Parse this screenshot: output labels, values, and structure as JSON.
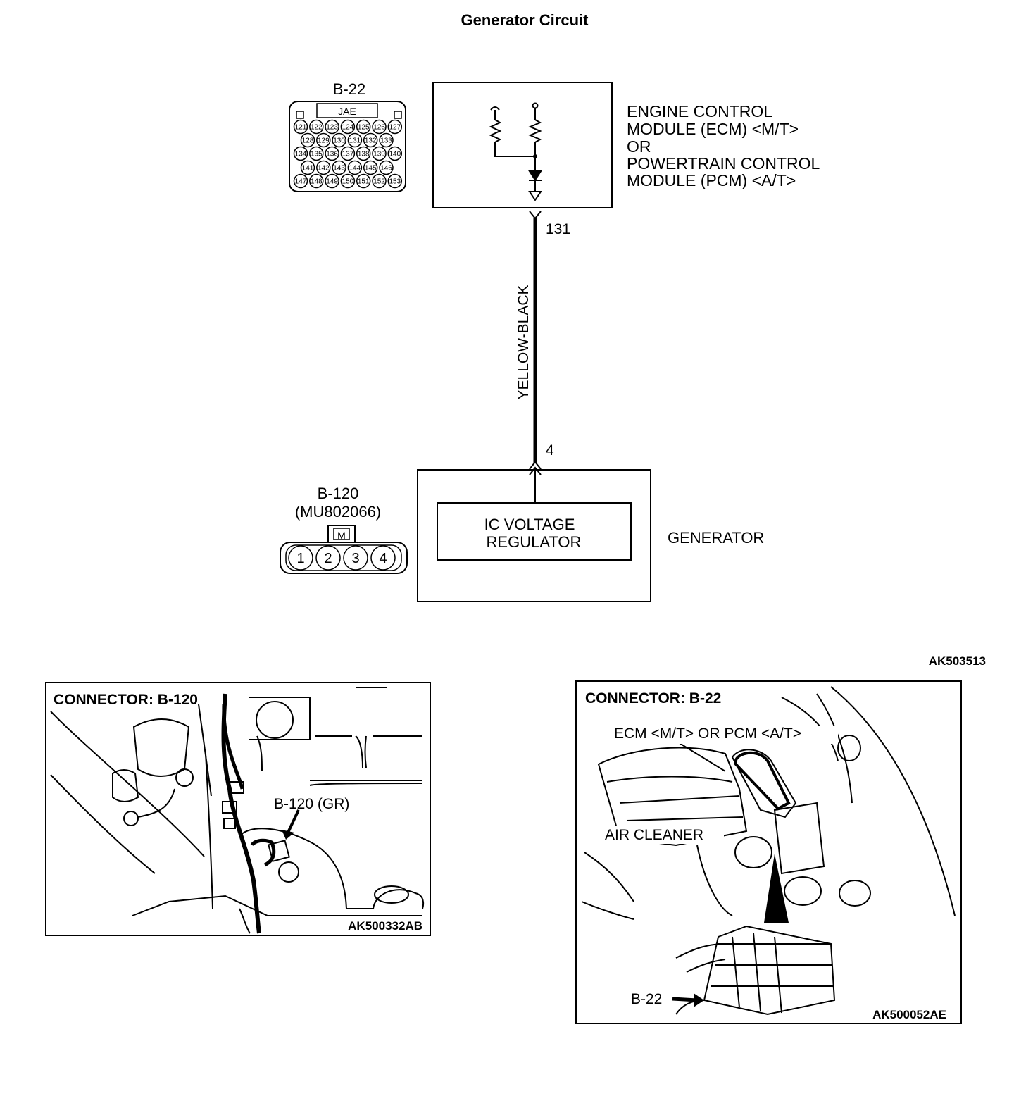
{
  "title": "Generator Circuit",
  "figure_code": "AK503513",
  "ecm": {
    "connector_id": "B-22",
    "connector_maker": "JAE",
    "pins": [
      [
        "121",
        "122",
        "123",
        "124",
        "125",
        "126",
        "127"
      ],
      [
        "128",
        "129",
        "130",
        "131",
        "132",
        "133"
      ],
      [
        "134",
        "135",
        "136",
        "137",
        "138",
        "139",
        "140"
      ],
      [
        "141",
        "142",
        "143",
        "144",
        "145",
        "146"
      ],
      [
        "147",
        "148",
        "149",
        "150",
        "151",
        "152",
        "153"
      ]
    ],
    "label_lines": [
      "ENGINE CONTROL",
      "MODULE (ECM) <M/T>",
      "OR",
      "POWERTRAIN CONTROL",
      "MODULE (PCM) <A/T>"
    ]
  },
  "wire": {
    "color_label": "YELLOW-BLACK",
    "ecm_pin": "131",
    "generator_pin": "4"
  },
  "generator": {
    "connector_id": "B-120",
    "part_number": "(MU802066)",
    "key": "M",
    "pins": [
      "1",
      "2",
      "3",
      "4"
    ],
    "regulator_lines": [
      "IC VOLTAGE",
      "REGULATOR"
    ],
    "label": "GENERATOR"
  },
  "photo_left": {
    "title": "CONNECTOR: B-120",
    "callout": "B-120 (GR)",
    "code": "AK500332AB"
  },
  "photo_right": {
    "title": "CONNECTOR: B-22",
    "callout_ecm": "ECM <M/T> OR PCM <A/T>",
    "callout_air": "AIR CLEANER",
    "callout_conn": "B-22",
    "code": "AK500052AE"
  }
}
